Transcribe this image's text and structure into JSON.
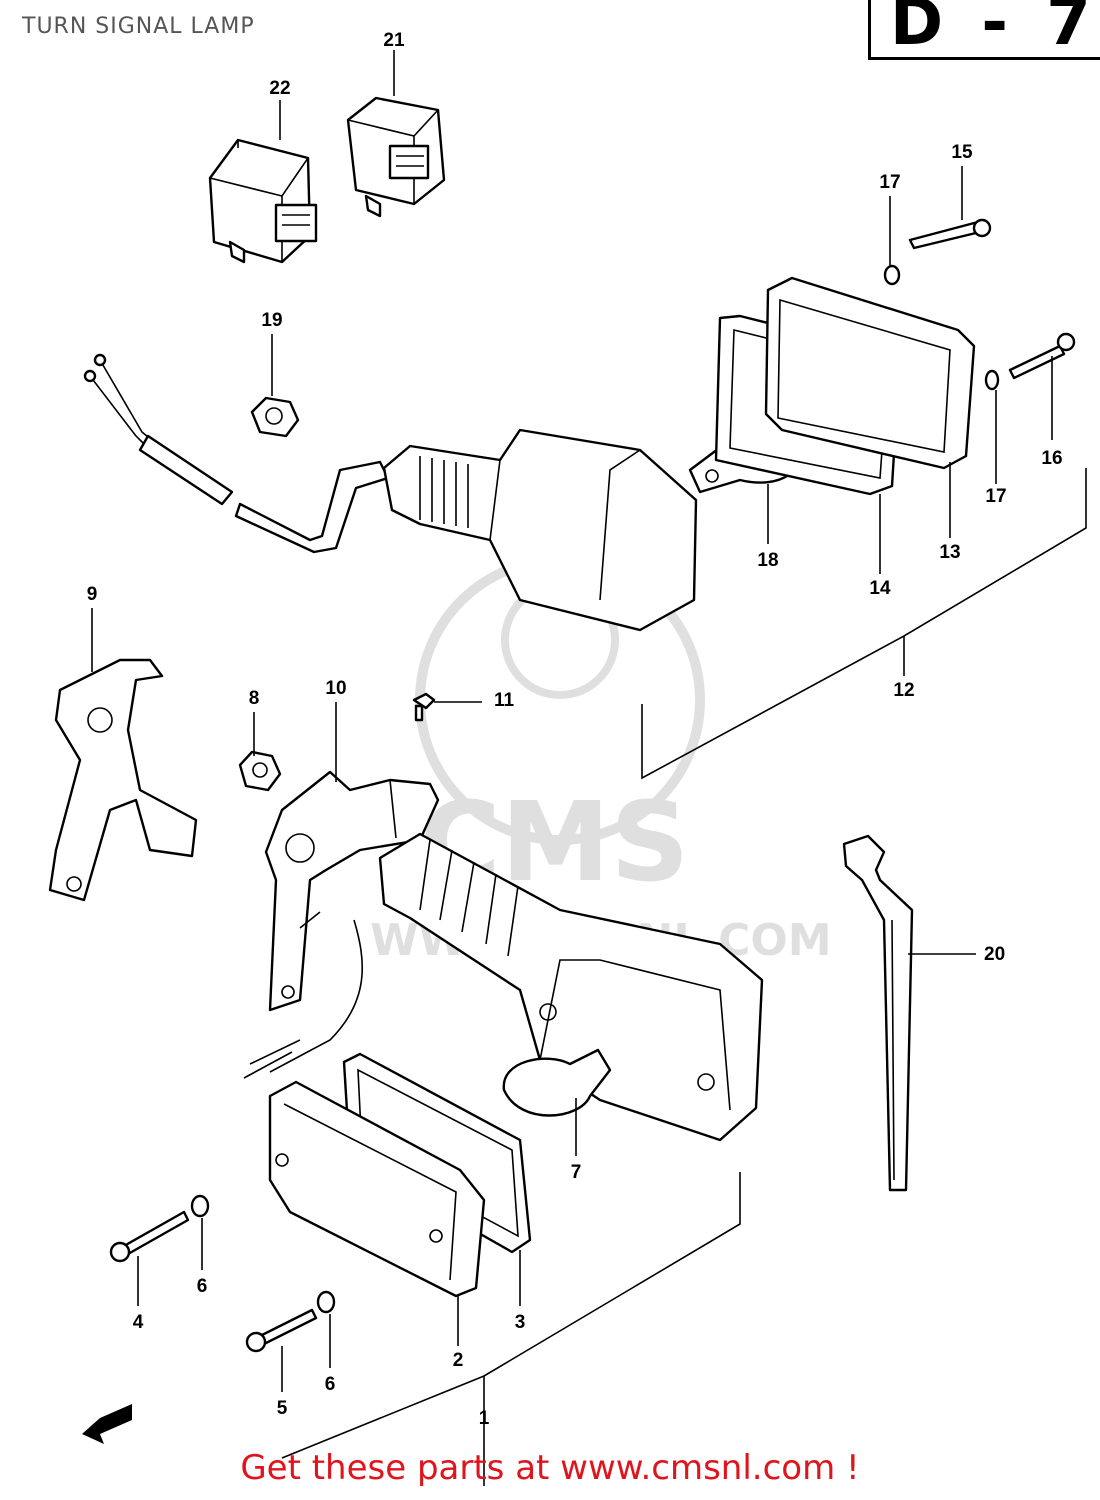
{
  "title": "TURN SIGNAL LAMP",
  "section_code": "D - 7",
  "watermark": "CMS WWW.CMSNL.COM",
  "cta": "Get these parts at www.cmsnl.com !",
  "part_numbers": {
    "p1": "1",
    "p2": "2",
    "p3": "3",
    "p4": "4",
    "p5": "5",
    "p6a": "6",
    "p6b": "6",
    "p7": "7",
    "p8": "8",
    "p9": "9",
    "p10": "10",
    "p11": "11",
    "p12": "12",
    "p13": "13",
    "p14": "14",
    "p15": "15",
    "p16": "16",
    "p17a": "17",
    "p17b": "17",
    "p18": "18",
    "p19": "19",
    "p20": "20",
    "p21": "21",
    "p22": "22"
  },
  "colors": {
    "cta": "#e0141c",
    "line": "#000000"
  }
}
